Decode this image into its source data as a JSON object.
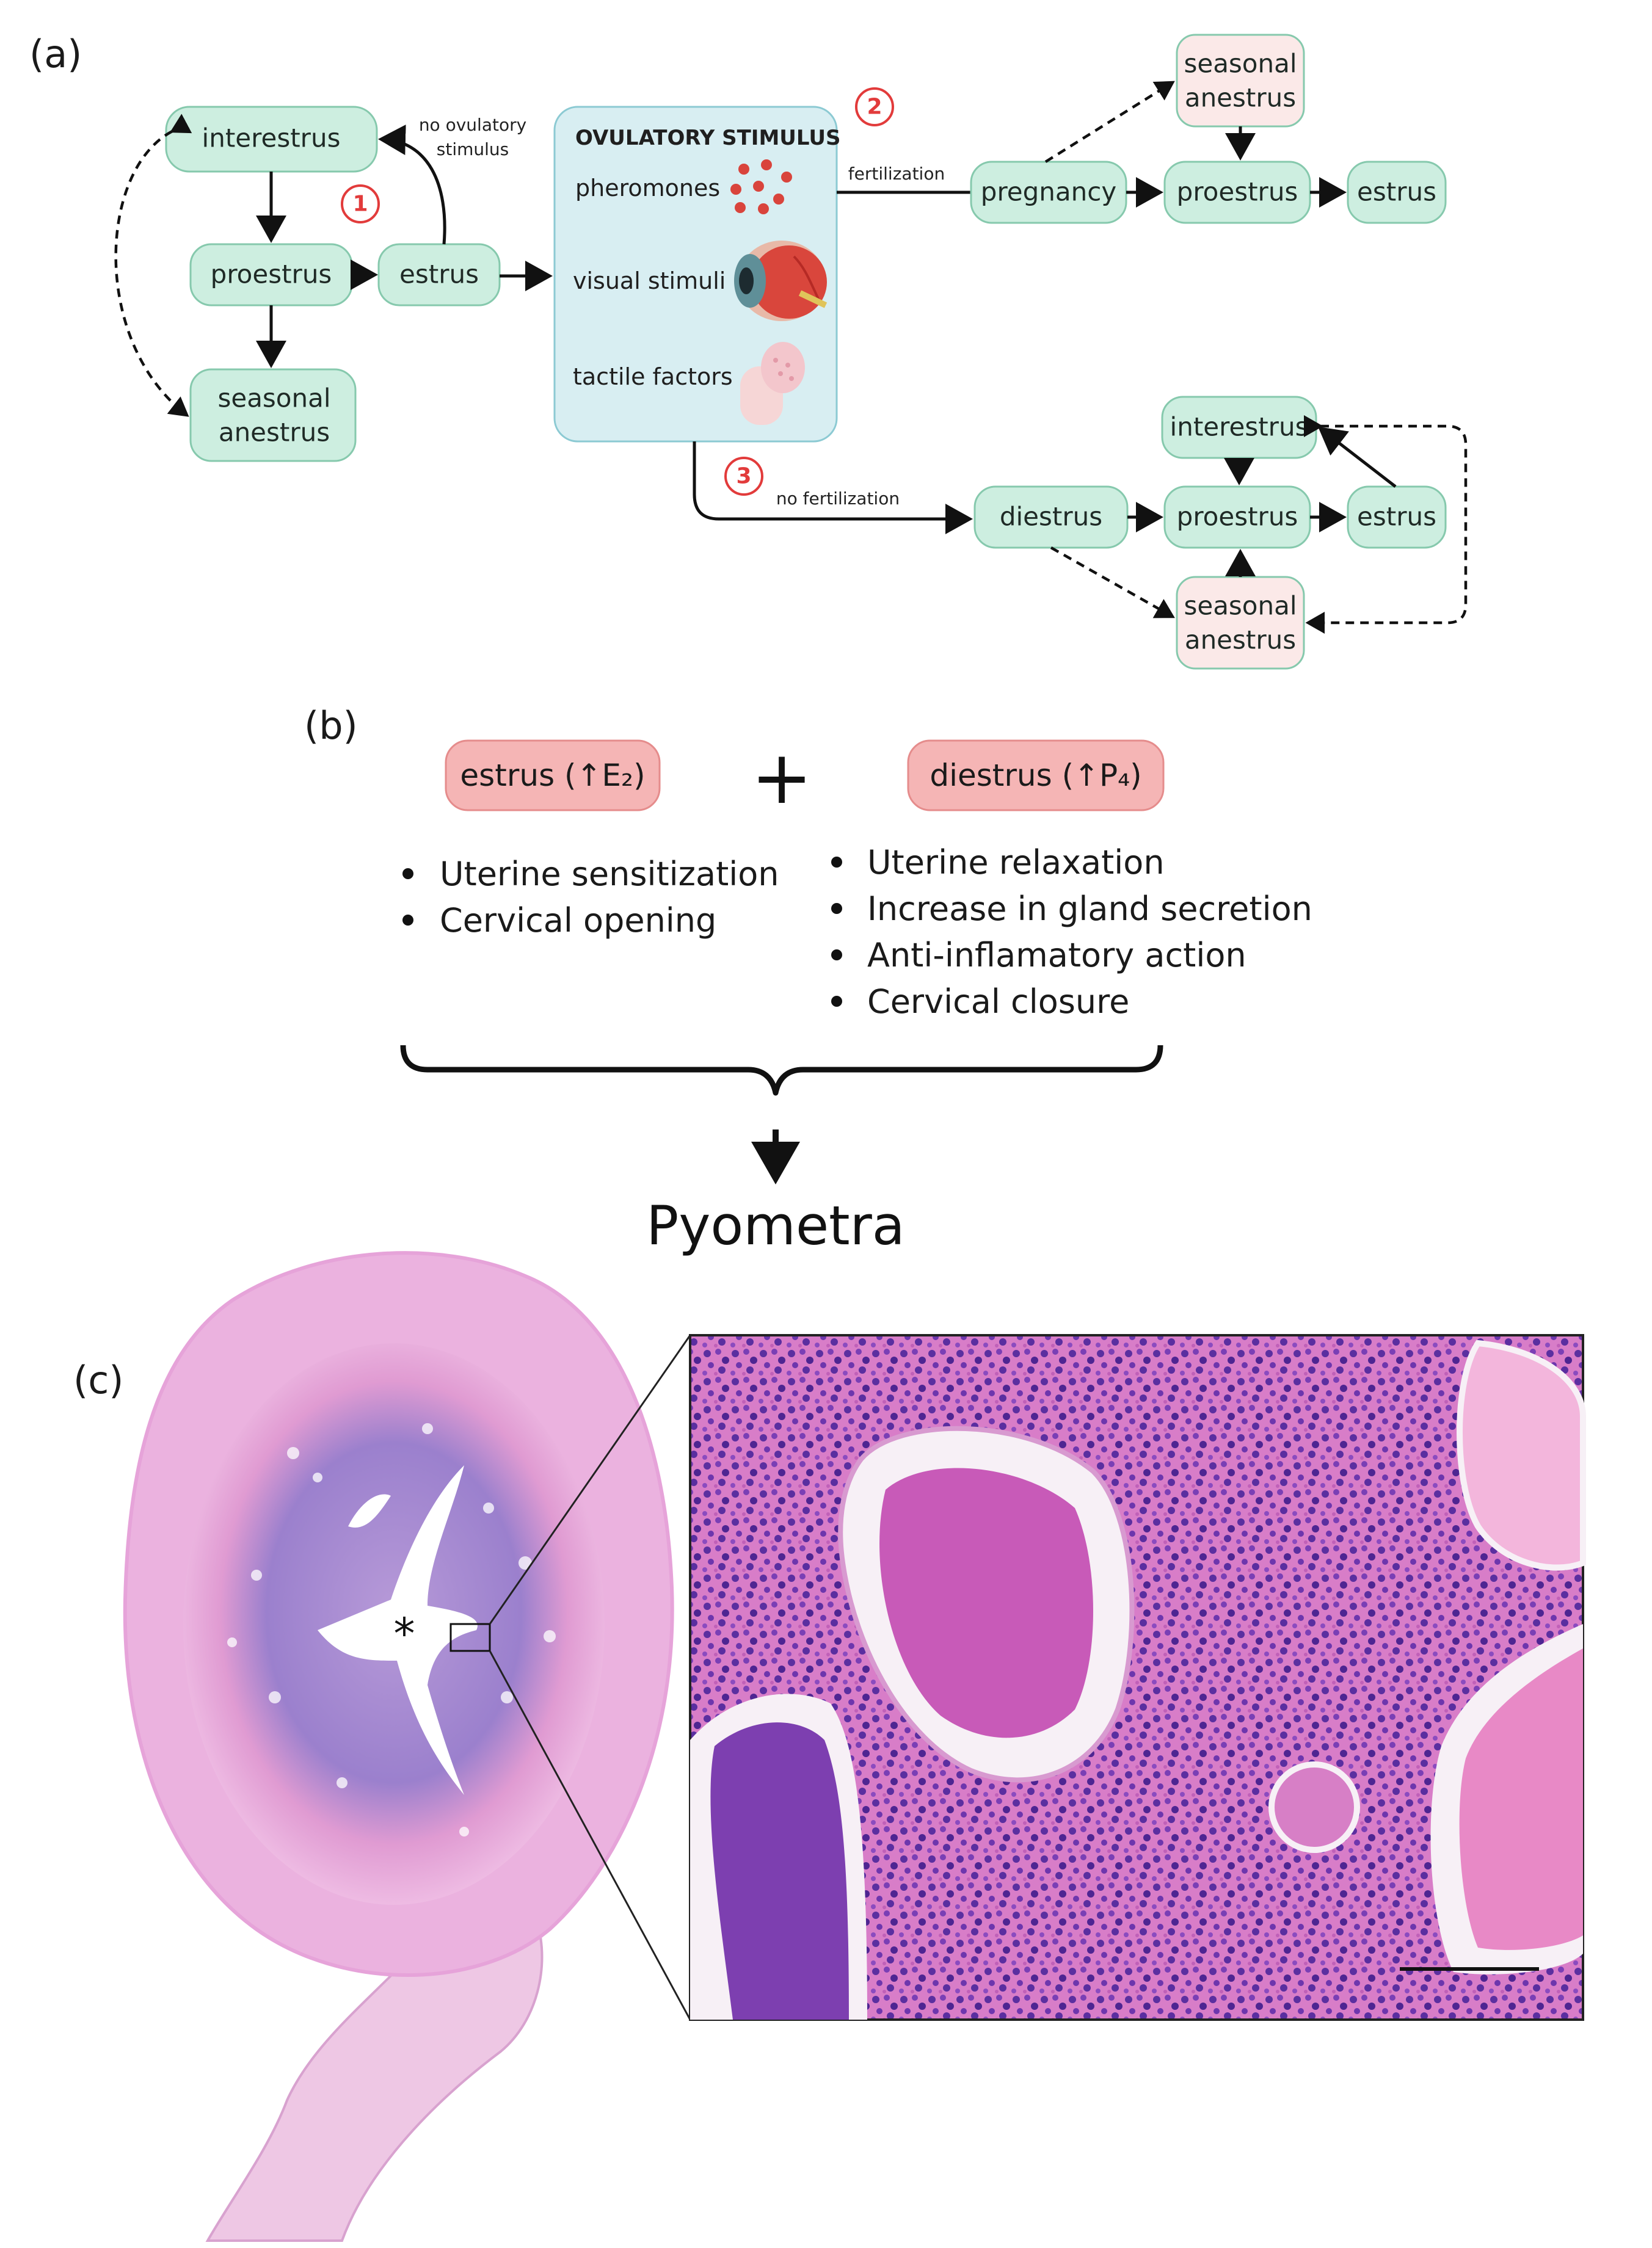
{
  "panels": {
    "a": "(a)",
    "b": "(b)",
    "c": "(c)"
  },
  "panel_a": {
    "left_cycle": {
      "interestrus": "interestrus",
      "proestrus": "proestrus",
      "estrus": "estrus",
      "seasonal_1": "seasonal",
      "seasonal_2": "anestrus",
      "no_ovulatory_1": "no ovulatory",
      "no_ovulatory_2": "stimulus",
      "marker": "1"
    },
    "stimulus_box": {
      "title": "OVULATORY STIMULUS",
      "pheromones": "pheromones",
      "visual": "visual stimuli",
      "tactile": "tactile factors"
    },
    "fertilization_path": {
      "edge_label": "fertilization",
      "marker": "2",
      "pregnancy": "pregnancy",
      "seasonal_1": "seasonal",
      "seasonal_2": "anestrus",
      "proestrus": "proestrus",
      "estrus": "estrus"
    },
    "no_fertilization_path": {
      "edge_label": "no fertilization",
      "marker": "3",
      "diestrus": "diestrus",
      "interestrus": "interestrus",
      "proestrus": "proestrus",
      "estrus": "estrus",
      "seasonal_1": "seasonal",
      "seasonal_2": "anestrus"
    }
  },
  "panel_b": {
    "estrus_pill": "estrus (↑E₂)",
    "diestrus_pill": "diestrus  (↑P₄)",
    "plus": "+",
    "estrus_effects": [
      "Uterine sensitization",
      "Cervical opening"
    ],
    "diestrus_effects": [
      "Uterine relaxation",
      "Increase in gland secretion",
      "Anti-inflamatory action",
      "Cervical closure"
    ],
    "outcome": "Pyometra"
  },
  "panel_c": {
    "lumen_marker": "*"
  },
  "colors": {
    "node_green": "#cdeee0",
    "node_border": "#86c9ad",
    "stimulus_blue": "#d8eef2",
    "hormone_pink": "#f5b5b5",
    "marker_red": "#e23b3b",
    "tissue_pink": "#e4a2d6",
    "tissue_purple": "#8e6fc4"
  }
}
